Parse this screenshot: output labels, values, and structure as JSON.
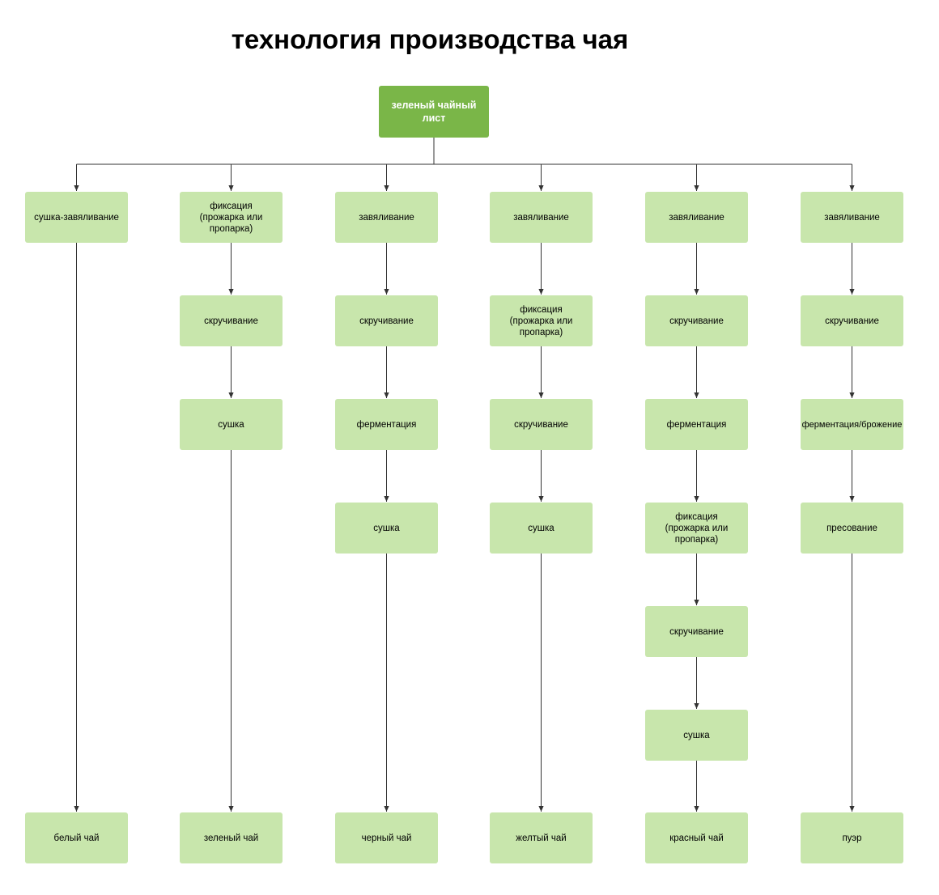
{
  "title": "технология производства чая",
  "colors": {
    "root_fill": "#7ab648",
    "node_fill": "#c8e6ac",
    "line": "#333333"
  },
  "root": {
    "label": "зеленый чайный\nлист"
  },
  "columns": [
    {
      "id": "white",
      "steps": [
        "сушка-завяливание"
      ],
      "result": "белый чай"
    },
    {
      "id": "green",
      "steps": [
        "фиксация\n(прожарка или\nпропарка)",
        "скручивание",
        "сушка"
      ],
      "result": "зеленый чай"
    },
    {
      "id": "black",
      "steps": [
        "завяливание",
        "скручивание",
        "ферментация",
        "сушка"
      ],
      "result": "черный чай"
    },
    {
      "id": "yellow",
      "steps": [
        "завяливание",
        "фиксация\n(прожарка или\nпропарка)",
        "скручивание",
        "сушка"
      ],
      "result": "желтый чай"
    },
    {
      "id": "red",
      "steps": [
        "завяливание",
        "скручивание",
        "ферментация",
        "фиксация\n(прожарка или\nпропарка)",
        "скручивание",
        "сушка"
      ],
      "result": "красный чай"
    },
    {
      "id": "puer",
      "steps": [
        "завяливание",
        "скручивание",
        "ферментация/брожение",
        "пресование"
      ],
      "result": "пуэр"
    }
  ]
}
